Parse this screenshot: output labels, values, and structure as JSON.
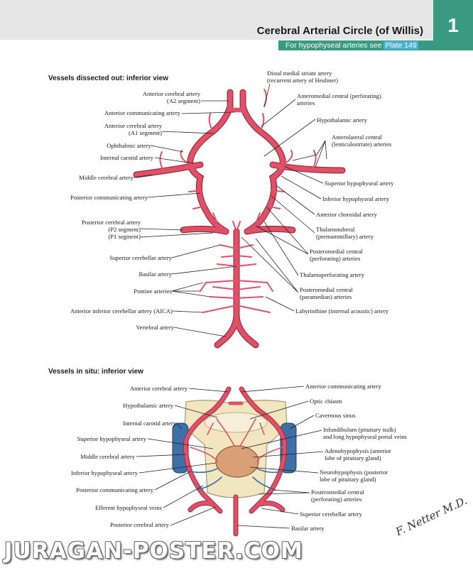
{
  "plate": {
    "title": "Cerebral Arterial Circle (of Willis)",
    "chapter": "1",
    "subheader_text": "For hypophyseal arteries see ",
    "subheader_link": "Plate 149"
  },
  "top_section": {
    "heading": "Vessels dissected out: inferior view",
    "left_labels": [
      [
        "Anterior cerebral artery",
        "(A2 segment)"
      ],
      [
        "Anterior communicating artery"
      ],
      [
        "Anterior cerebral artery",
        "(A1 segment)"
      ],
      [
        "Ophthalmic artery"
      ],
      [
        "Internal carotid artery"
      ],
      [
        "Middle cerebral artery"
      ],
      [
        "Posterior communicating artery"
      ],
      [
        "Posterior cerebral artery",
        "(P2 segment)",
        "(P1 segment)"
      ],
      [
        "Superior cerebellar artery"
      ],
      [
        "Basilar artery"
      ],
      [
        "Pontine arteries"
      ],
      [
        "Anterior inferior cerebellar artery (AICA)"
      ],
      [
        "Vertebral artery"
      ]
    ],
    "right_labels": [
      [
        "Distal medial striate artery",
        "(recurrent artery of Heubner)"
      ],
      [
        "Anteromedial central (perforating)",
        "arteries"
      ],
      [
        "Hypothalamic artery"
      ],
      [
        "Anterolateral central",
        "(lenticulostriate) arteries"
      ],
      [
        "Superior hypophyseal artery"
      ],
      [
        "Inferior hypophyseal artery"
      ],
      [
        "Anterior choroidal artery"
      ],
      [
        "Thalamotuberal",
        "(premammillary) artery"
      ],
      [
        "Posteromedial central",
        "(perforating) arteries"
      ],
      [
        "Thalamoperforating artery"
      ],
      [
        "Posteromedial central",
        "(paramedian) arteries"
      ],
      [
        "Labyrinthine (internal acoustic) artery"
      ]
    ]
  },
  "bottom_section": {
    "heading": "Vessels in situ: inferior view",
    "left_labels": [
      [
        "Anterior cerebral artery"
      ],
      [
        "Hypothalamic artery"
      ],
      [
        "Internal carotid artery"
      ],
      [
        "Superior hypophyseal artery"
      ],
      [
        "Middle cerebral artery"
      ],
      [
        "Inferior hypophyseal artery"
      ],
      [
        "Posterior communicating artery"
      ],
      [
        "Efferent hypophyseal veins"
      ],
      [
        "Posterior cerebral artery"
      ]
    ],
    "right_labels": [
      [
        "Anterior communicating artery"
      ],
      [
        "Optic chiasm"
      ],
      [
        "Cavernous sinus"
      ],
      [
        "Infundibulum (pituitary stalk)",
        "and long hypophyseal portal veins"
      ],
      [
        "Adenohypophysis (anterior",
        "lobe of pituitary gland)"
      ],
      [
        "Neurohypophysis (posterior",
        "lobe of pituitary gland)"
      ],
      [
        "Posteromedial central",
        "(perforating) arteries"
      ],
      [
        "Superior cerebellar artery"
      ],
      [
        "Basilar artery"
      ]
    ]
  },
  "watermark": "JURAGAN-POSTER.COM",
  "signature": "F. Netter M.D.",
  "colors": {
    "header_gray": "#e6e6e6",
    "accent_teal": "#3a9a80",
    "link_blue": "#49b3d1",
    "artery_red": "#e05066",
    "vein_blue": "#3f6fa8",
    "gland_tan": "#d9a077",
    "bone_cream": "#f1e6c0"
  }
}
